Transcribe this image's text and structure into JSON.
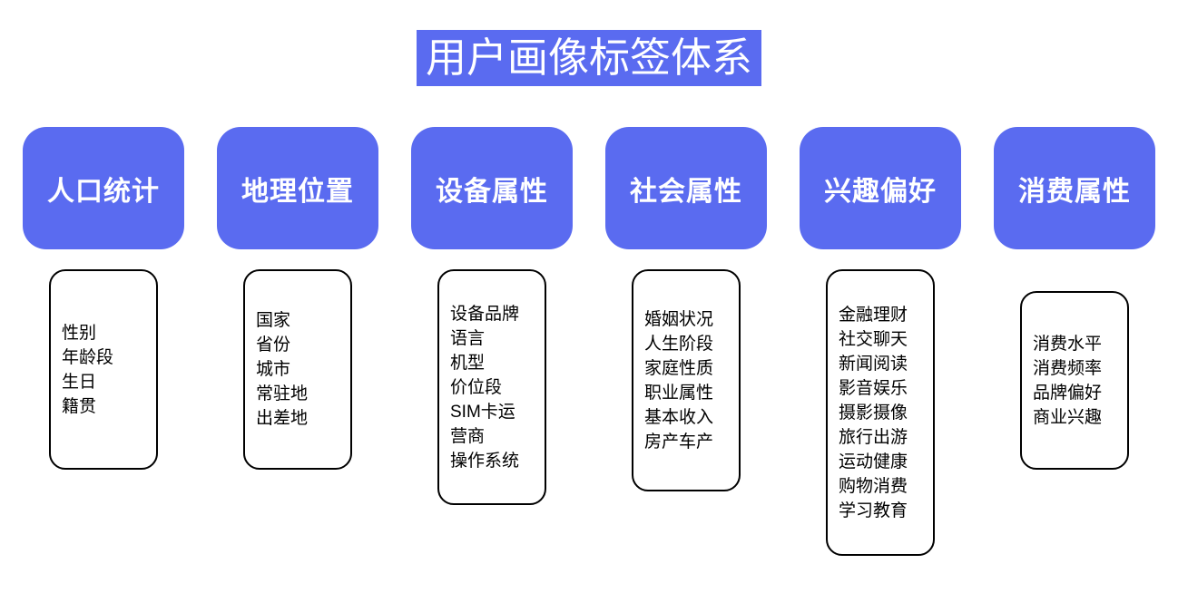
{
  "title": "用户画像标签体系",
  "colors": {
    "accent": "#5a6bf0",
    "list_border": "#000000",
    "header_text": "#ffffff",
    "item_text": "#000000"
  },
  "columns": [
    {
      "header": "人口统计",
      "items": [
        "性别",
        "年龄段",
        "生日",
        "籍贯"
      ]
    },
    {
      "header": "地理位置",
      "items": [
        "国家",
        "省份",
        "城市",
        "常驻地",
        "出差地"
      ]
    },
    {
      "header": "设备属性",
      "items": [
        "设备品牌",
        "语言",
        "机型",
        "价位段",
        "SIM卡运",
        "营商",
        "操作系统"
      ]
    },
    {
      "header": "社会属性",
      "items": [
        "婚姻状况",
        "人生阶段",
        "家庭性质",
        "职业属性",
        "基本收入",
        "房产车产"
      ]
    },
    {
      "header": "兴趣偏好",
      "items": [
        "金融理财",
        "社交聊天",
        "新闻阅读",
        "影音娱乐",
        "摄影摄像",
        "旅行出游",
        "运动健康",
        "购物消费",
        "学习教育"
      ]
    },
    {
      "header": "消费属性",
      "items": [
        "消费水平",
        "消费频率",
        "品牌偏好",
        "商业兴趣"
      ]
    }
  ]
}
